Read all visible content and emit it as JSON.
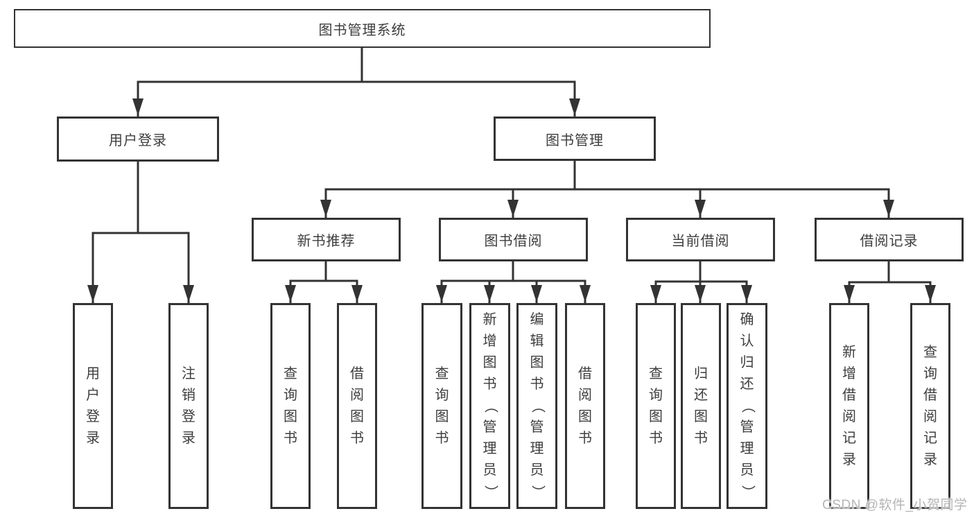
{
  "colors": {
    "line": "#333333",
    "text": "#3d3d3d",
    "background": "#ffffff",
    "watermark": "#b5b5b5"
  },
  "tree": {
    "root": {
      "label": "图书管理系统"
    },
    "branches": [
      {
        "label": "用户登录",
        "children": [
          {
            "label": "用户登录"
          },
          {
            "label": "注销登录"
          }
        ]
      },
      {
        "label": "图书管理",
        "children": [
          {
            "label": "新书推荐",
            "children": [
              {
                "label": "查询图书"
              },
              {
                "label": "借阅图书"
              }
            ]
          },
          {
            "label": "图书借阅",
            "children": [
              {
                "label": "查询图书"
              },
              {
                "label": "新增图书（管理员）"
              },
              {
                "label": "编辑图书（管理员）"
              },
              {
                "label": "借阅图书"
              }
            ]
          },
          {
            "label": "当前借阅",
            "children": [
              {
                "label": "查询图书"
              },
              {
                "label": "归还图书"
              },
              {
                "label": "确认归还（管理员）"
              }
            ]
          },
          {
            "label": "借阅记录",
            "children": [
              {
                "label": "新增借阅记录"
              },
              {
                "label": "查询借阅记录"
              }
            ]
          }
        ]
      }
    ]
  },
  "watermark": {
    "text": "CSDN @软件_小贺同学"
  }
}
